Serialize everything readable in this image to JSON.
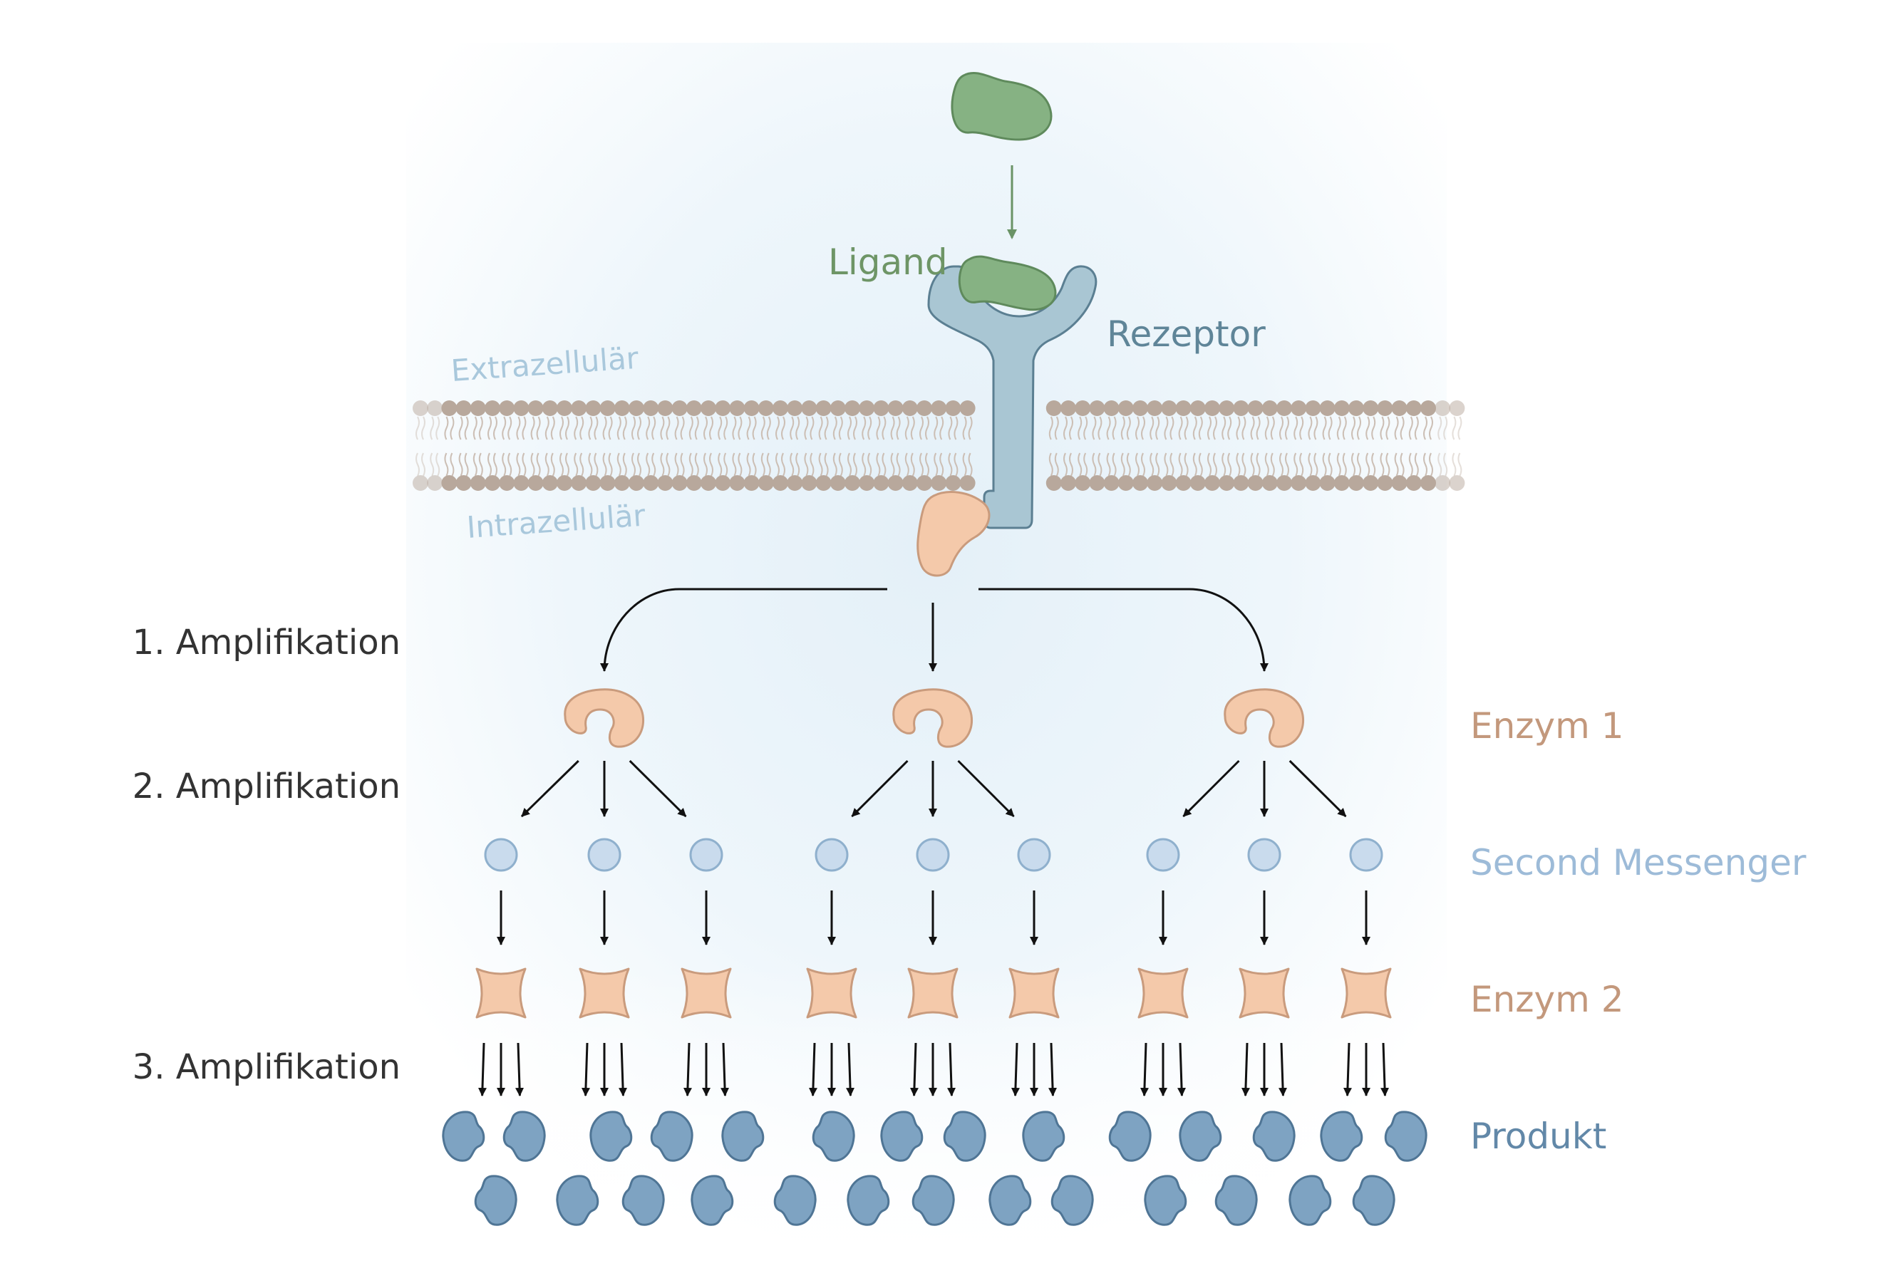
{
  "labels": {
    "ligand": "Ligand",
    "receptor": "Rezeptor",
    "extracellular": "Extrazellulär",
    "intracellular": "Intrazellulär",
    "enzyme1": "Enzym 1",
    "second_messenger": "Second Messenger",
    "enzyme2": "Enzym 2",
    "product": "Produkt"
  },
  "amplification": {
    "step1": "1. Amplifikation",
    "step2": "2. Amplifikation",
    "step3": "3. Amplifikation"
  },
  "colors": {
    "ligand": "#86b283",
    "ligand_text": "#6e9566",
    "receptor": "#a9c6d3",
    "receptor_text": "#5f8598",
    "membrane_head": "#b8a89c",
    "enzyme": "#f4c9aa",
    "enzyme_text": "#c3987c",
    "messenger": "#c9dbed",
    "messenger_text": "#9dbbd8",
    "product": "#7ea3c2",
    "product_text": "#6288a8",
    "cell_label_text": "#a9c8dc",
    "amplification_text": "#333333",
    "background_tint": "#e7f2f9"
  },
  "icons": {
    "ligand": "ligand-blob-icon",
    "receptor": "y-receptor-icon",
    "enzyme1": "enzyme-c-shape-icon",
    "second_messenger": "circle-icon",
    "enzyme2": "enzyme-cross-shape-icon",
    "product": "product-blob-icon"
  },
  "structure": {
    "enzyme1_count": 3,
    "messengers_per_enzyme1": 3,
    "enzyme2_per_messenger": 1,
    "products_total": 27
  }
}
